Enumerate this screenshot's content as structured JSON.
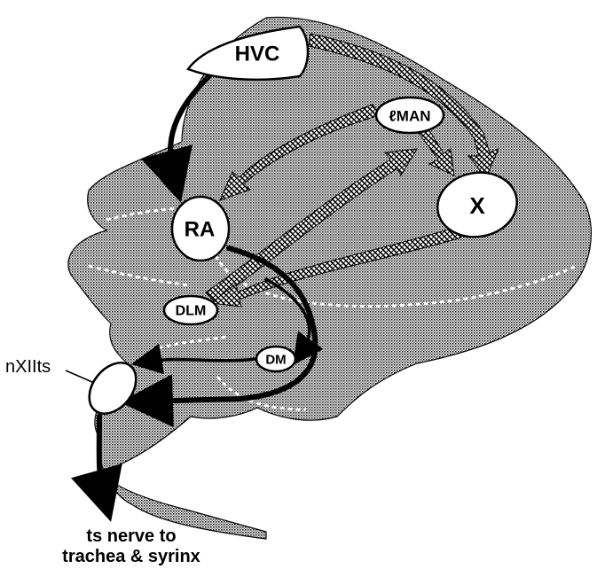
{
  "nuclei": {
    "hvc": "HVC",
    "lman": "ℓMAN",
    "x": "X",
    "ra": "RA",
    "dlm": "DLM",
    "dm": "DM",
    "nxiits": "nXIIts"
  },
  "caption": {
    "line1": "ts nerve to",
    "line2": "trachea & syrinx"
  },
  "colors": {
    "stipple": "#000000",
    "region_background": "#c8c8c8",
    "outline": "#000000",
    "nucleus_fill": "#ffffff"
  }
}
